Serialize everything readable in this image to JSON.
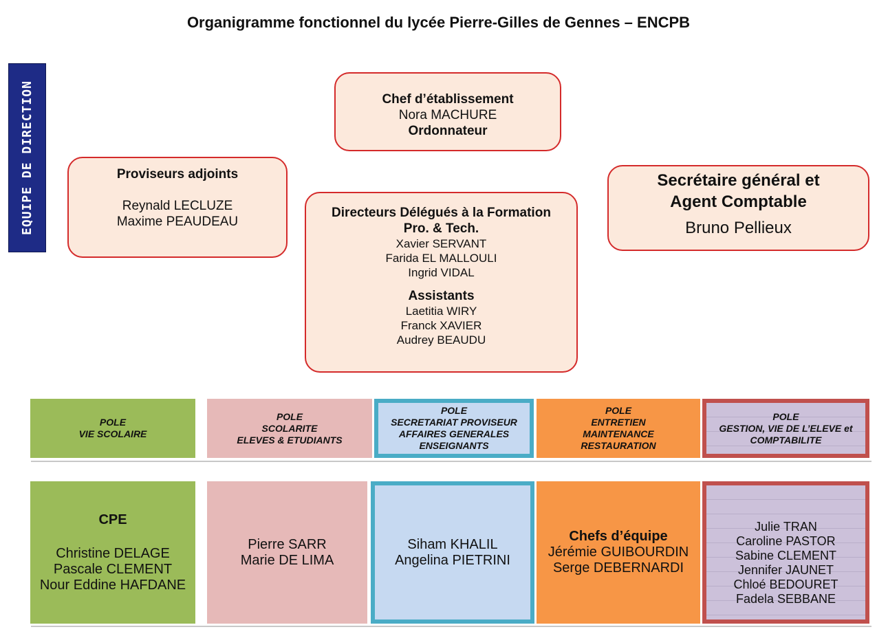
{
  "title": "Organigramme fonctionnel du lycée Pierre-Gilles de Gennes – ENCPB",
  "side_label": "EQUIPE DE DIRECTION",
  "chef": {
    "role": "Chef d’établissement",
    "name": "Nora MACHURE",
    "subrole": "Ordonnateur"
  },
  "proviseurs": {
    "role": "Proviseurs adjoints",
    "names": [
      "Reynald LECLUZE",
      "Maxime PEAUDEAU"
    ]
  },
  "secretaire": {
    "role_line1": "Secrétaire général et",
    "role_line2": "Agent Comptable",
    "name": "Bruno Pellieux"
  },
  "directeurs": {
    "role_line1": "Directeurs Délégués à la Formation",
    "role_line2": "Pro. & Tech.",
    "names": [
      "Xavier SERVANT",
      "Farida EL MALLOULI",
      "Ingrid VIDAL"
    ],
    "assistants_label": "Assistants",
    "assistants": [
      "Laetitia WIRY",
      "Franck XAVIER",
      "Audrey BEAUDU"
    ]
  },
  "poles": [
    {
      "lines": [
        "POLE",
        "VIE SCOLAIRE"
      ]
    },
    {
      "lines": [
        "POLE",
        "SCOLARITE",
        "ELEVES & ETUDIANTS"
      ]
    },
    {
      "lines": [
        "POLE",
        "SECRETARIAT PROVISEUR",
        "AFFAIRES GENERALES",
        "ENSEIGNANTS"
      ]
    },
    {
      "lines": [
        "POLE",
        "ENTRETIEN",
        "MAINTENANCE",
        "RESTAURATION"
      ]
    },
    {
      "lines": [
        "POLE",
        "GESTION, VIE DE L’ELEVE et",
        "COMPTABILITE"
      ]
    }
  ],
  "teams": [
    {
      "heading": "CPE",
      "names": [
        "Christine DELAGE",
        "Pascale CLEMENT",
        "Nour Eddine HAFDANE"
      ]
    },
    {
      "names": [
        "Pierre SARR",
        "Marie DE LIMA"
      ]
    },
    {
      "names": [
        "Siham KHALIL",
        "Angelina PIETRINI"
      ]
    },
    {
      "heading": "Chefs d’équipe",
      "names": [
        "Jérémie GUIBOURDIN",
        "Serge DEBERNARDI"
      ]
    },
    {
      "names": [
        "Julie TRAN",
        "Caroline PASTOR",
        "Sabine CLEMENT",
        "Jennifer JAUNET",
        "Chloé BEDOURET",
        "Fadela SEBBANE"
      ]
    }
  ],
  "colors": {
    "direction_band": "#1e2b86",
    "card_fill": "#fce9dc",
    "card_border": "#d42a2a",
    "vie_scolaire": "#9bbb59",
    "scolarite": "#e6b9b8",
    "secretariat": "#c6d9f1",
    "secretariat_border": "#4aacc6",
    "entretien": "#f79646",
    "gestion": "#ccc1da",
    "gestion_border": "#c0504d"
  }
}
